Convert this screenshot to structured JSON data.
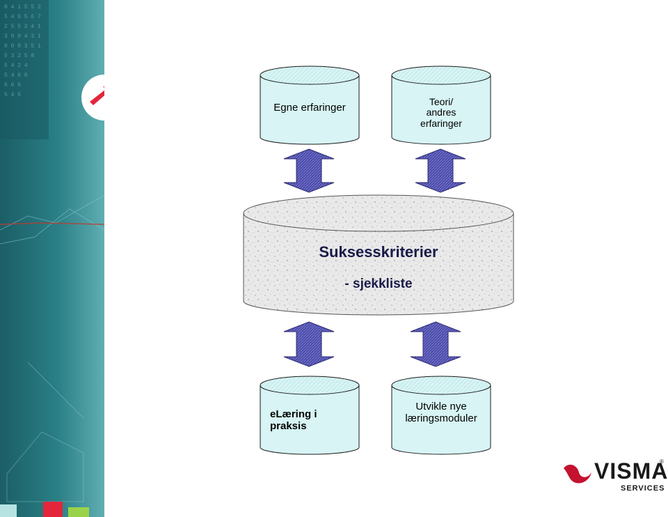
{
  "nodes": {
    "egne": {
      "lines": [
        "Egne erfaringer"
      ]
    },
    "teori": {
      "lines": [
        "Teori/",
        "andres",
        "erfaringer"
      ]
    },
    "center": {
      "title": "Suksesskriterier",
      "subtitle": "- sjekkliste"
    },
    "elaering": {
      "lines": [
        "eLæring i",
        "praksis"
      ]
    },
    "utvikle": {
      "lines": [
        "Utvikle nye",
        "læringsmoduler"
      ]
    }
  },
  "logo": {
    "wordmark": "VISMA",
    "tagline": "SERVICES",
    "registered": "®"
  },
  "colors": {
    "cylinder_fill": "#d8f4f4",
    "arrow_fill": "#4a4aa8",
    "sidebar": "#1e6d74",
    "logo_red": "#c4122f"
  }
}
